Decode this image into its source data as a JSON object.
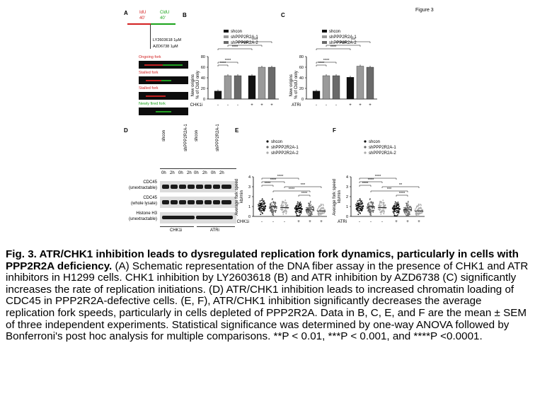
{
  "figure_label": "Figure 3",
  "panel_letters": {
    "a": "A",
    "b": "B",
    "c": "C",
    "d": "D",
    "e": "E",
    "f": "F"
  },
  "panel_a": {
    "idu_label": "IdU",
    "idu_time": "40'",
    "cldu_label": "CldU",
    "cldu_time": "40'",
    "drug_1": "LY2603618 1µM",
    "drug_2": "AZD6738 1µM",
    "fiber_labels": [
      "Ongoing fork",
      "Stalled fork",
      "Stalled fork",
      "Newly fired fork"
    ],
    "colors": {
      "idu": "#d22020",
      "cldu": "#1aa31a"
    }
  },
  "legend": {
    "items": [
      "shcon",
      "shPPP2R2A-1",
      "shPPP2R2A-2"
    ],
    "colors": [
      "#111111",
      "#9a9a9a",
      "#6a6a6a"
    ]
  },
  "panel_d": {
    "col_labels": [
      "shcon",
      "shPPP2R2A-1",
      "shcon",
      "shPPP2R2A-1"
    ],
    "time_labels": [
      "0h",
      "2h",
      "0h",
      "2h",
      "0h",
      "2h",
      "0h",
      "2h"
    ],
    "rows": [
      {
        "label_1": "CDC45",
        "label_2": "(unextractable)"
      },
      {
        "label_1": "CDC45",
        "label_2": "(whole lysate)"
      },
      {
        "label_1": "Histone H3",
        "label_2": "(unextractable)"
      }
    ],
    "group_labels": [
      "CHK1i",
      "ATRi"
    ]
  },
  "chart_data": [
    {
      "panel": "B",
      "type": "bar",
      "ylabel": "New origins % of CldU only",
      "ylim": [
        0,
        80
      ],
      "yticks": [
        "0",
        "20",
        "40",
        "60",
        "80"
      ],
      "categories": [
        "-",
        "-",
        "-",
        "+",
        "+",
        "+"
      ],
      "treatment": "CHK1i",
      "values": [
        15,
        44,
        44,
        44,
        60,
        60
      ],
      "series_colors": [
        "#111111",
        "#9a9a9a",
        "#6a6a6a",
        "#111111",
        "#9a9a9a",
        "#6a6a6a"
      ],
      "significance": [
        "****",
        "****",
        "****",
        "****",
        "****"
      ]
    },
    {
      "panel": "C",
      "type": "bar",
      "ylabel": "New origins % of CldU only",
      "ylim": [
        0,
        80
      ],
      "yticks": [
        "0",
        "20",
        "40",
        "60",
        "80"
      ],
      "categories": [
        "-",
        "-",
        "-",
        "+",
        "+",
        "+"
      ],
      "treatment": "ATRi",
      "values": [
        15,
        44,
        44,
        41,
        62,
        60
      ],
      "series_colors": [
        "#111111",
        "#9a9a9a",
        "#6a6a6a",
        "#111111",
        "#9a9a9a",
        "#6a6a6a"
      ],
      "significance": [
        "****",
        "****",
        "****",
        "****",
        "***"
      ]
    },
    {
      "panel": "E",
      "type": "scatter",
      "ylabel": "Average fork speed kb/min",
      "ylim": [
        0,
        4
      ],
      "yticks": [
        "0",
        "1",
        "2",
        "3",
        "4"
      ],
      "categories": [
        "-",
        "-",
        "-",
        "+",
        "+",
        "+"
      ],
      "treatment": "CHK1i",
      "means": [
        1.05,
        0.95,
        0.9,
        0.75,
        0.7,
        0.55
      ],
      "significance": [
        "****",
        "****",
        "****",
        "****",
        "****",
        "***"
      ]
    },
    {
      "panel": "F",
      "type": "scatter",
      "ylabel": "Average fork speed kb/min",
      "ylim": [
        0,
        4
      ],
      "yticks": [
        "0",
        "1",
        "2",
        "3",
        "4"
      ],
      "categories": [
        "-",
        "-",
        "-",
        "+",
        "+",
        "+"
      ],
      "treatment": "ATRi",
      "means": [
        1.05,
        0.95,
        0.9,
        0.75,
        0.7,
        0.55
      ],
      "significance": [
        "****",
        "****",
        "****",
        "****",
        "***",
        "**"
      ]
    }
  ],
  "caption": {
    "bold": "Fig. 3. ATR/CHK1 inhibition leads to dysregulated replication fork dynamics, particularly in cells with PPP2R2A deficiency.",
    "body": " (A) Schematic representation of the DNA fiber assay in the presence of CHK1 and ATR inhibitors in H1299 cells. CHK1 inhibition by LY2603618 (B) and ATR inhibition by AZD6738 (C) significantly increases the rate of replication initiations. (D) ATR/CHK1 inhibition leads to increased chromatin loading of CDC45 in PPP2R2A-defective cells. (E, F), ATR/CHK1 inhibition significantly decreases the average replication fork speeds, particularly in cells depleted of PPP2R2A. Data in B, C, E, and F are the mean ± SEM of three independent experiments. Statistical significance was determined by one-way ANOVA followed by Bonferroni's post hoc analysis for multiple comparisons. **P < 0.01, ***P < 0.001, and ****P <0.0001."
  }
}
